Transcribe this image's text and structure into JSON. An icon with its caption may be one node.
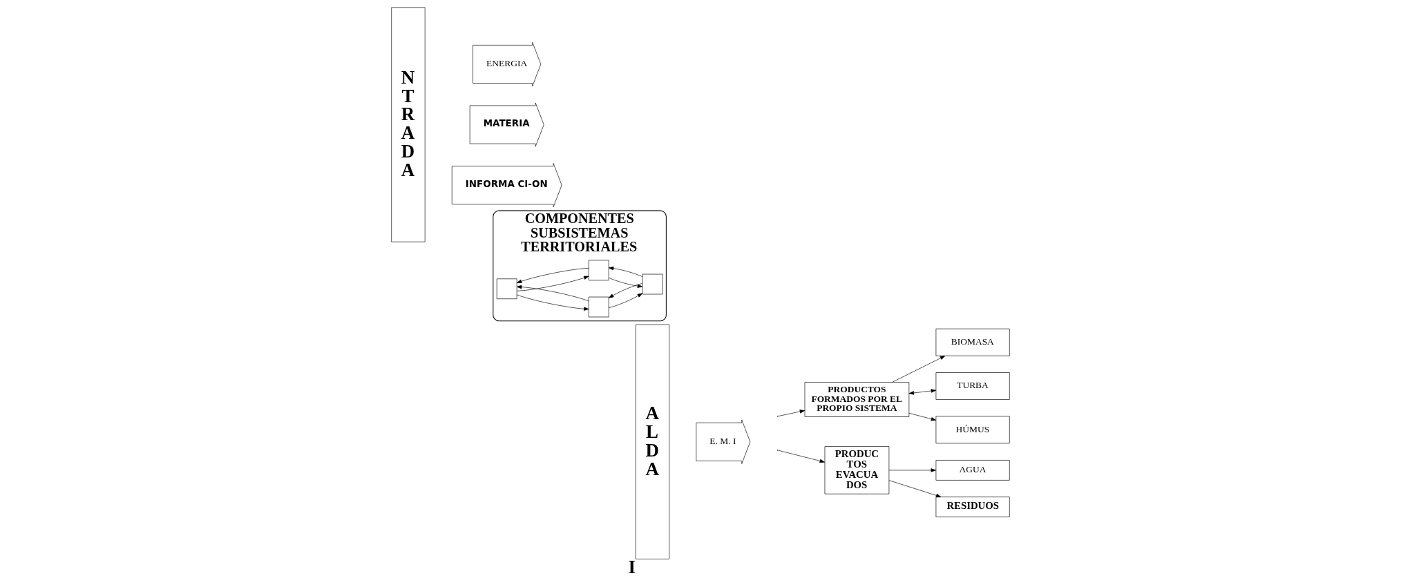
{
  "diagram": {
    "nodes": [
      {
        "text": [
          "N T R A D A"
        ]
      },
      {
        "text": [
          "ENERGIA"
        ]
      },
      {
        "text": [
          "MATERIA"
        ]
      },
      {
        "text": [
          "INFORMA CI-ON"
        ]
      },
      {
        "text": [
          "COMPONENTES",
          "SUBSISTEMAS",
          "TERRITORIALES"
        ]
      },
      {
        "text": [],
        "shape": "box",
        "in": 4
      },
      {
        "text": [],
        "shape": "box",
        "in": 4
      },
      {
        "text": [],
        "shape": "box",
        "in": 4
      },
      {
        "text": [],
        "shape": "box",
        "in": 4
      },
      {
        "text": [
          "A L D A"
        ],
        "beside": [
          "I"
        ]
      },
      {
        "text": [
          "E. M. I"
        ]
      },
      {
        "text": [
          "PRODUCTOS FORMADOS POR EL PROPIO SISTEMA"
        ]
      },
      {
        "text": [
          "BIOMASA"
        ]
      },
      {
        "text": [
          "TURBA"
        ]
      },
      {
        "text": [
          "HÚMUS"
        ]
      },
      {
        "text": [
          "PRODUC TOS EVACUA DOS"
        ]
      },
      {
        "text": [
          "AGUA"
        ]
      },
      {
        "text": [
          "RESIDUOS"
        ]
      }
    ],
    "edges": [
      {
        "from": 6,
        "to": 5,
        "arrow": "to"
      },
      {
        "from": 5,
        "to": 6,
        "arrow": "to"
      },
      {
        "from": 5,
        "to": 7,
        "arrow": "to"
      },
      {
        "from": 7,
        "to": 5,
        "arrow": "to"
      },
      {
        "from": 6,
        "to": 8,
        "arrow": "to"
      },
      {
        "from": 8,
        "to": 6,
        "arrow": "to"
      },
      {
        "from": 8,
        "to": 7,
        "arrow": "to"
      },
      {
        "from": 7,
        "to": 8,
        "arrow": "to"
      },
      {
        "from": null,
        "to": 11,
        "arrow": "to"
      },
      {
        "from": null,
        "to": 15,
        "arrow": "to"
      },
      {
        "from": 11,
        "to": 12,
        "arrow": "to"
      },
      {
        "from": 11,
        "to": 13,
        "arrow": "both"
      },
      {
        "from": 11,
        "to": 14,
        "arrow": "to"
      },
      {
        "from": 15,
        "to": 16,
        "arrow": "to"
      },
      {
        "from": 15,
        "to": 17,
        "arrow": "to"
      }
    ]
  }
}
